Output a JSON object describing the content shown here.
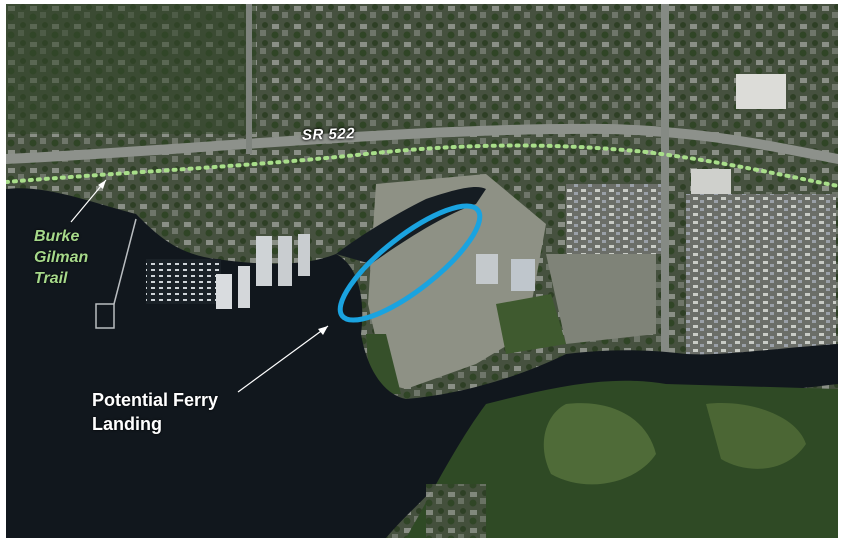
{
  "map": {
    "road_label": "SR 522",
    "trail_label_line1": "Burke",
    "trail_label_line2": "Gilman",
    "trail_label_line3": "Trail",
    "ferry_label_line1": "Potential Ferry",
    "ferry_label_line2": "Landing",
    "colors": {
      "water": "#11171d",
      "trail": "#a9de8a",
      "highlight": "#1aa3e0",
      "annotation": "#ffffff"
    },
    "icons": [
      "trail-pointer-arrow",
      "ferry-pointer-arrow",
      "ferry-landing-ellipse"
    ]
  }
}
